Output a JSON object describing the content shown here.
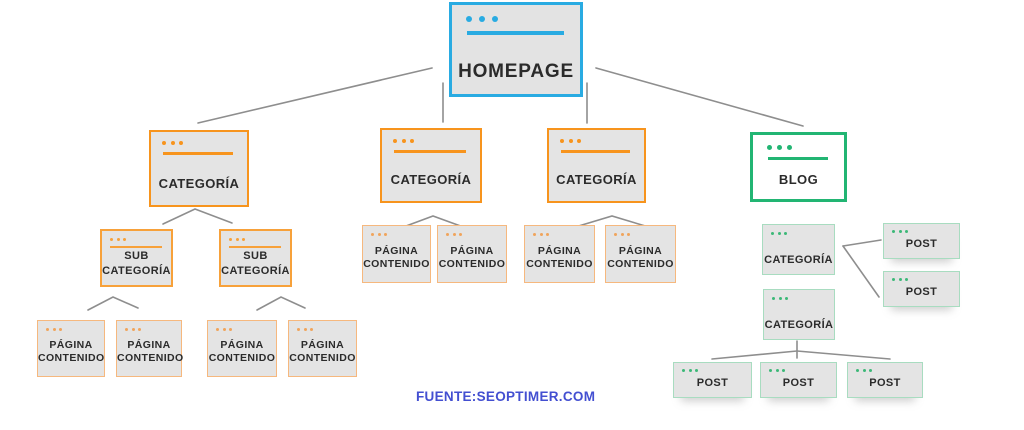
{
  "footer": {
    "source": "FUENTE:SEOPTIMER.COM"
  },
  "colors": {
    "homepage_accent": "#29abe2",
    "category_accent": "#f7941d",
    "content_page_accent": "#f0a45c",
    "blog_accent": "#22b573",
    "blog_child_accent": "#3cb878",
    "box_background": "#e4e4e4",
    "connector": "#8e8e8e",
    "label_text": "#2b2b2b",
    "source_text": "#434fd1"
  },
  "tree": {
    "root": {
      "label": "HOMEPAGE"
    },
    "branches": [
      {
        "label": "CATEGORÍA",
        "children": [
          {
            "label": "SUB CATEGORÍA",
            "children": [
              {
                "label": "PÁGINA CONTENIDO"
              },
              {
                "label": "PÁGINA CONTENIDO"
              }
            ]
          },
          {
            "label": "SUB CATEGORÍA",
            "children": [
              {
                "label": "PÁGINA CONTENIDO"
              },
              {
                "label": "PÁGINA CONTENIDO"
              }
            ]
          }
        ]
      },
      {
        "label": "CATEGORÍA",
        "children": [
          {
            "label": "PÁGINA CONTENIDO"
          },
          {
            "label": "PÁGINA CONTENIDO"
          }
        ]
      },
      {
        "label": "CATEGORÍA",
        "children": [
          {
            "label": "PÁGINA CONTENIDO"
          },
          {
            "label": "PÁGINA CONTENIDO"
          }
        ]
      },
      {
        "label": "BLOG",
        "children": [
          {
            "label": "CATEGORÍA",
            "children": [
              {
                "label": "POST"
              },
              {
                "label": "POST"
              }
            ]
          },
          {
            "label": "CATEGORÍA",
            "children": [
              {
                "label": "POST"
              },
              {
                "label": "POST"
              },
              {
                "label": "POST"
              }
            ]
          }
        ]
      }
    ]
  }
}
